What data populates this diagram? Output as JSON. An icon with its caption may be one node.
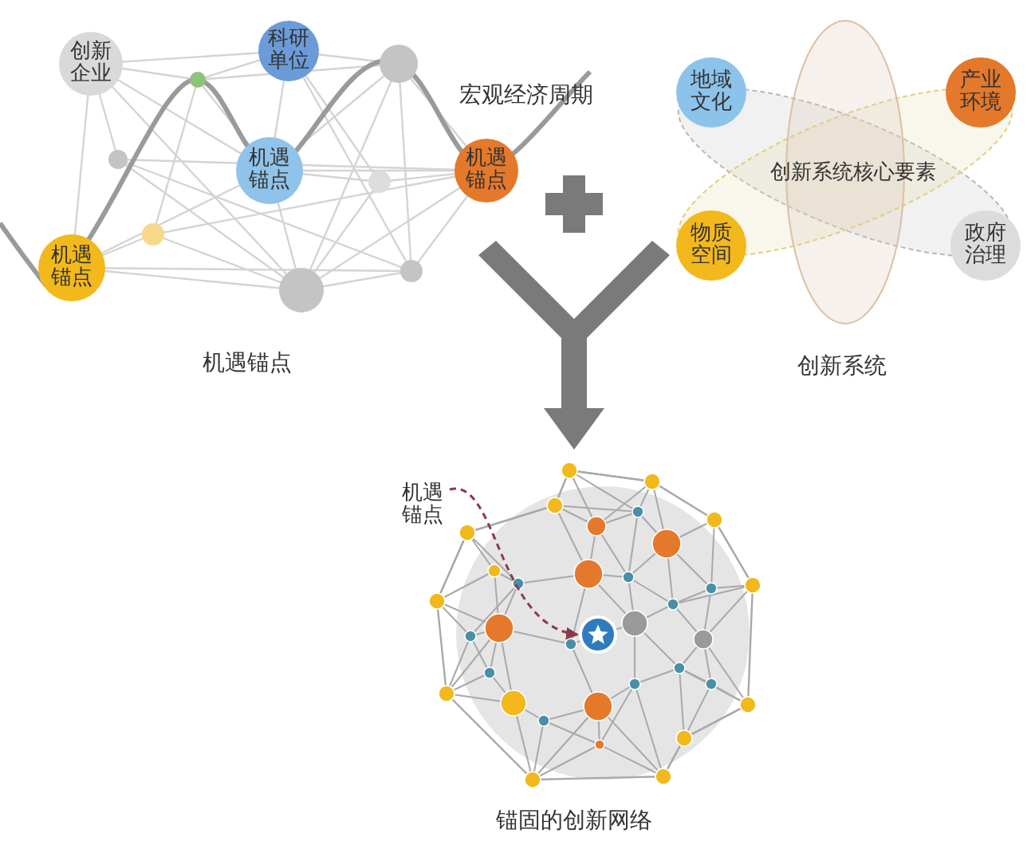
{
  "diagram": {
    "nodes": [
      {
        "text": [
          "创新企业"
        ]
      },
      {
        "text": [
          "科研单位"
        ]
      },
      {
        "text": [
          "机遇锚点"
        ]
      },
      {
        "text": [
          "机遇锚点"
        ]
      },
      {
        "text": [
          "机遇锚点"
        ]
      },
      {
        "text": [
          "地域文化"
        ]
      },
      {
        "text": [
          "产业环境"
        ]
      },
      {
        "text": [
          "物质空间"
        ]
      },
      {
        "text": [
          "政府治理"
        ]
      },
      {
        "text": [
          "机遇锚点"
        ]
      },
      {
        "text": [],
        "shape": "circle"
      }
    ],
    "edges": [
      {
        "from": 9,
        "to": 10,
        "arrow": "to",
        "style": "dashed",
        "color": "#8b3a4a"
      }
    ],
    "labels": [
      "宏观经济周期",
      "机遇锚点",
      "创新系统核心要素",
      "创新系统",
      "锚固的创新网络"
    ]
  }
}
